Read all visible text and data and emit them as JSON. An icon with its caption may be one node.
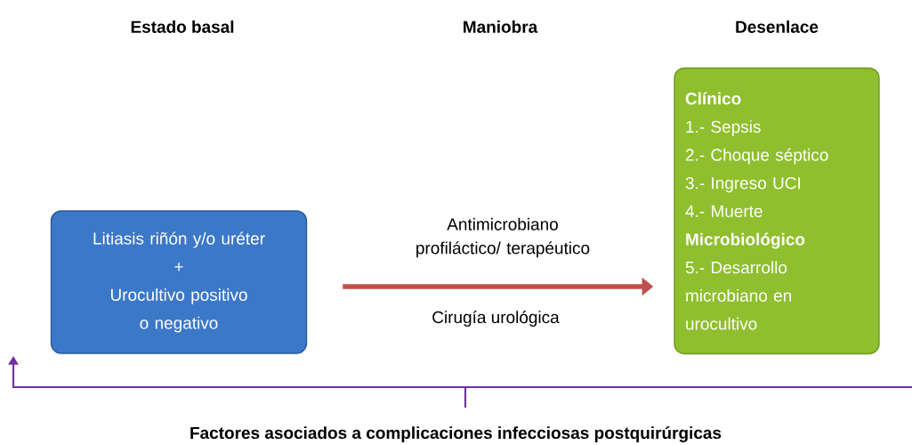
{
  "diagram": {
    "nodes": [
      {
        "text": [
          "Litiasis  riñón y/o uréter",
          "+",
          "Urocultivo positivo o negativo"
        ]
      },
      {
        "text": [
          "Clínico",
          "1.- Sepsis",
          "2.-  Choque séptico",
          "3.- Ingreso UCI",
          "4.- Muerte",
          "Microbiológico",
          "5.- Desarrollo microbiano en urocultivo"
        ]
      }
    ],
    "edges": [
      {
        "from": 0,
        "to": 1,
        "arrow": "to",
        "label": "Antimicrobiano profiláctico/ terapéutico",
        "color": "#c0504d"
      }
    ],
    "labels": [
      "Estado basal",
      "Maniobra",
      "Desenlace",
      "Cirugía urológica",
      "Factores asociados a complicaciones infecciosas postquirúrgicas"
    ]
  }
}
